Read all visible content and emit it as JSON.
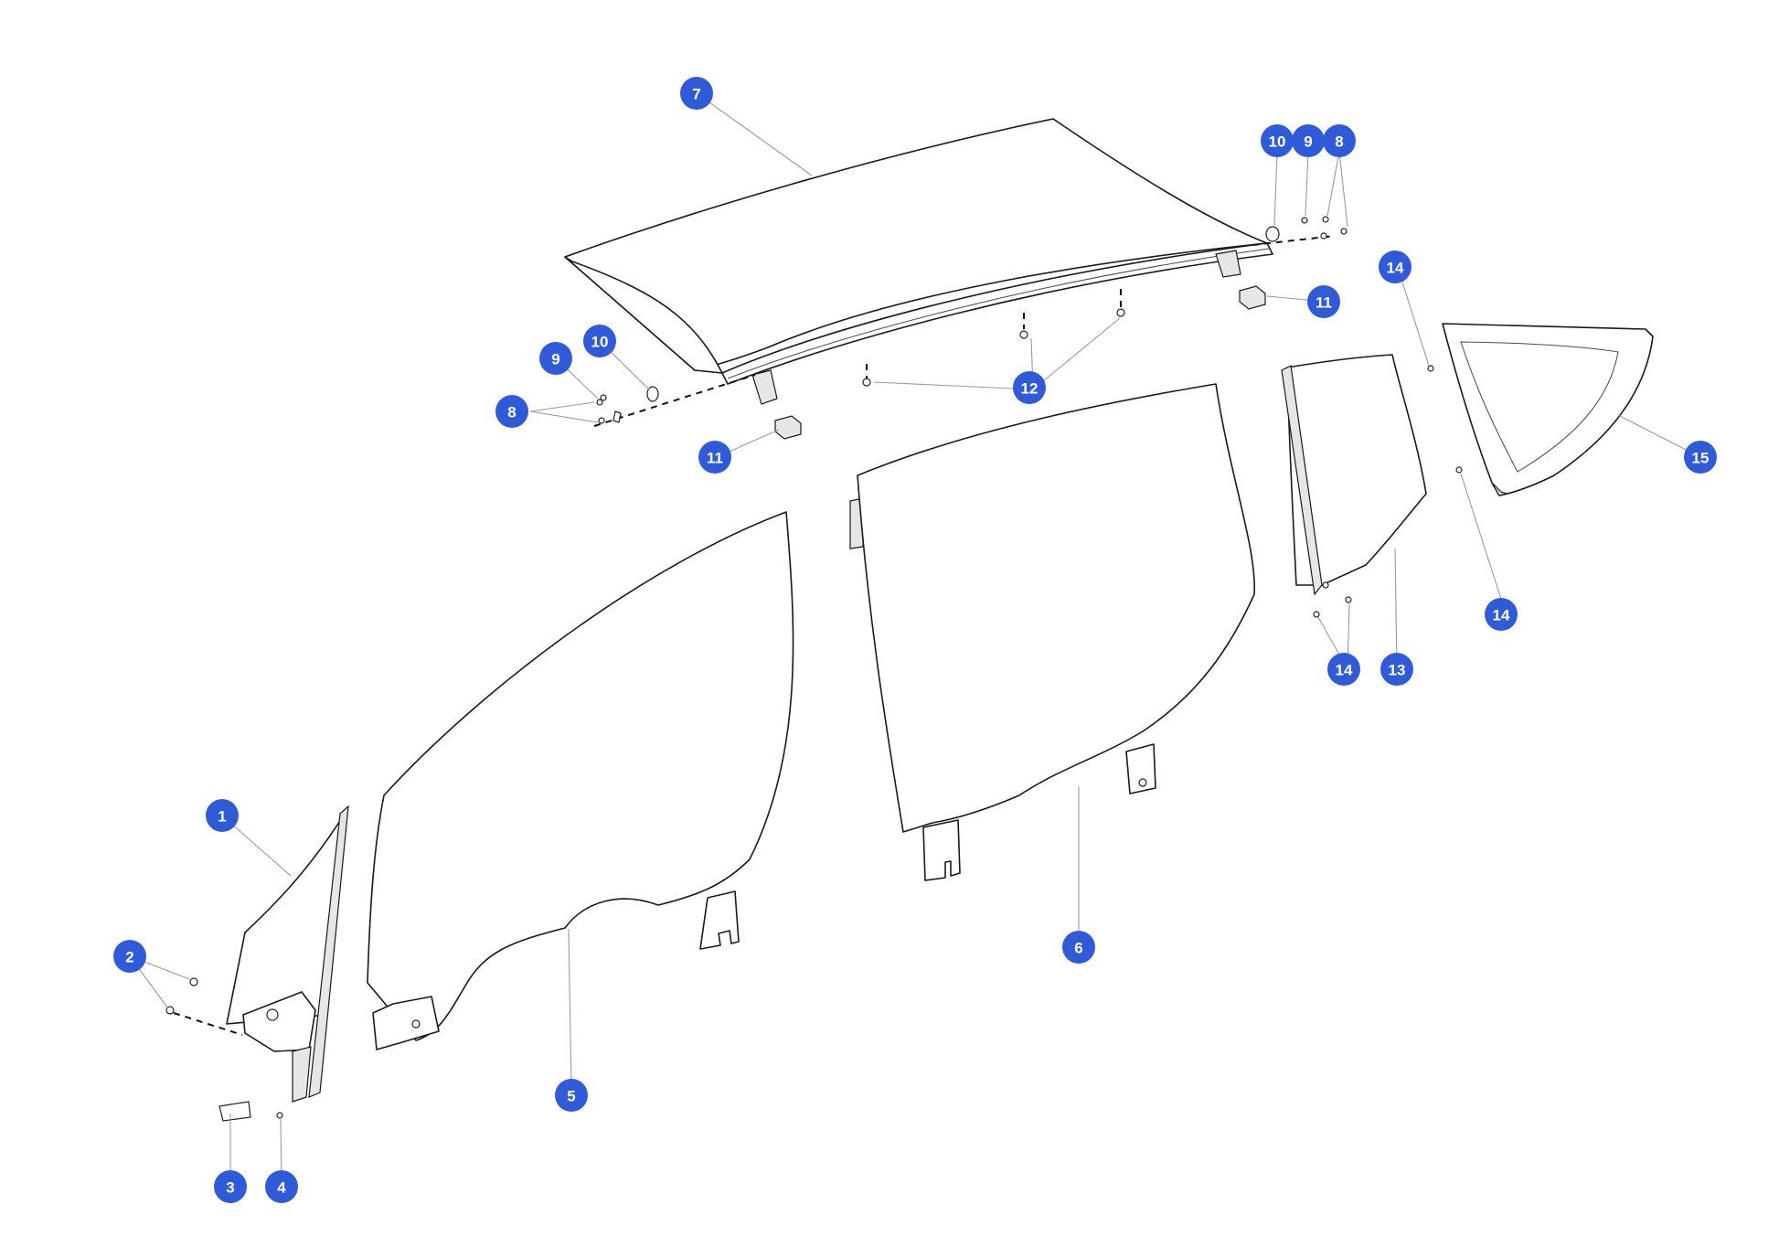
{
  "accent_color": "#2f5bd8",
  "callouts": [
    {
      "id": "c1",
      "label": "1"
    },
    {
      "id": "c2",
      "label": "2"
    },
    {
      "id": "c3",
      "label": "3"
    },
    {
      "id": "c4",
      "label": "4"
    },
    {
      "id": "c5",
      "label": "5"
    },
    {
      "id": "c6",
      "label": "6"
    },
    {
      "id": "c7",
      "label": "7"
    },
    {
      "id": "c8a",
      "label": "8"
    },
    {
      "id": "c8b",
      "label": "8"
    },
    {
      "id": "c9a",
      "label": "9"
    },
    {
      "id": "c9b",
      "label": "9"
    },
    {
      "id": "c10a",
      "label": "10"
    },
    {
      "id": "c10b",
      "label": "10"
    },
    {
      "id": "c11a",
      "label": "11"
    },
    {
      "id": "c11b",
      "label": "11"
    },
    {
      "id": "c12",
      "label": "12"
    },
    {
      "id": "c13",
      "label": "13"
    },
    {
      "id": "c14a",
      "label": "14"
    },
    {
      "id": "c14b",
      "label": "14"
    },
    {
      "id": "c14c",
      "label": "14"
    },
    {
      "id": "c15",
      "label": "15"
    }
  ]
}
